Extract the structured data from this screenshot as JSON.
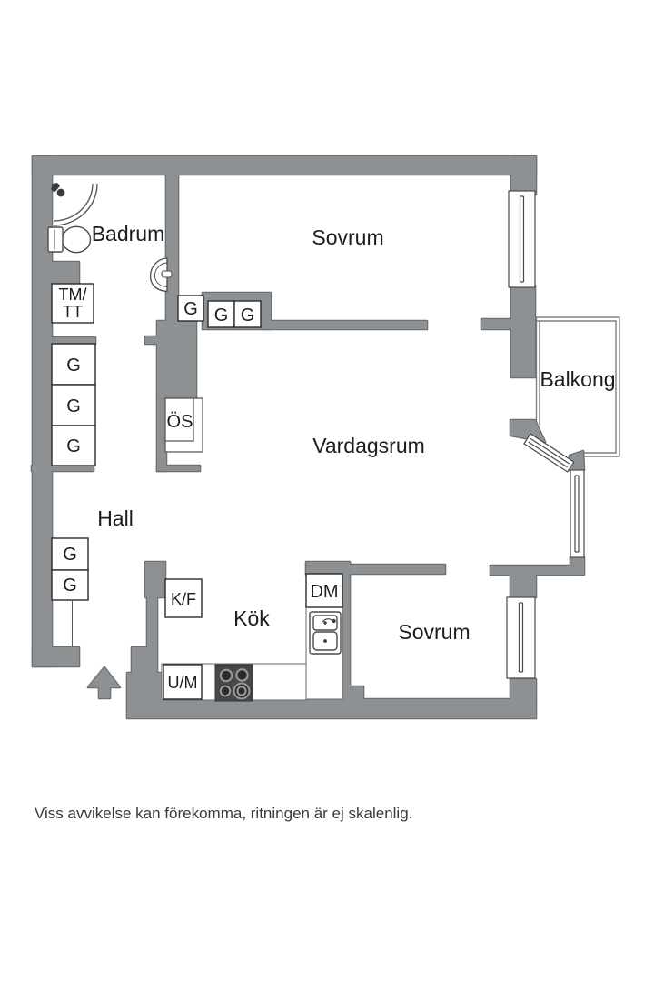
{
  "plan": {
    "rooms": {
      "badrum": "Badrum",
      "sovrum_top": "Sovrum",
      "balkong": "Balkong",
      "vardagsrum": "Vardagsrum",
      "hall": "Hall",
      "kok": "Kök",
      "sovrum_bottom": "Sovrum"
    },
    "fixtures": {
      "g": "G",
      "tm_line1": "TM/",
      "tm_line2": "TT",
      "os": "ÖS",
      "kf": "K/F",
      "dm": "DM",
      "um": "U/M"
    }
  },
  "footer": {
    "disclaimer": "Viss avvikelse kan förekomma, ritningen är ej skalenlig."
  },
  "colors": {
    "wall": "#8e9194",
    "wall_outline": "#6d7073",
    "fixture_line": "#4a4a4a",
    "thin_line": "#5a5a5a",
    "balcony_line": "#7d8083",
    "stove": "#474747",
    "burner": "#9a9a9a",
    "text": "#1c1c1c",
    "footer_text": "#3a3a3a",
    "white": "#ffffff"
  }
}
